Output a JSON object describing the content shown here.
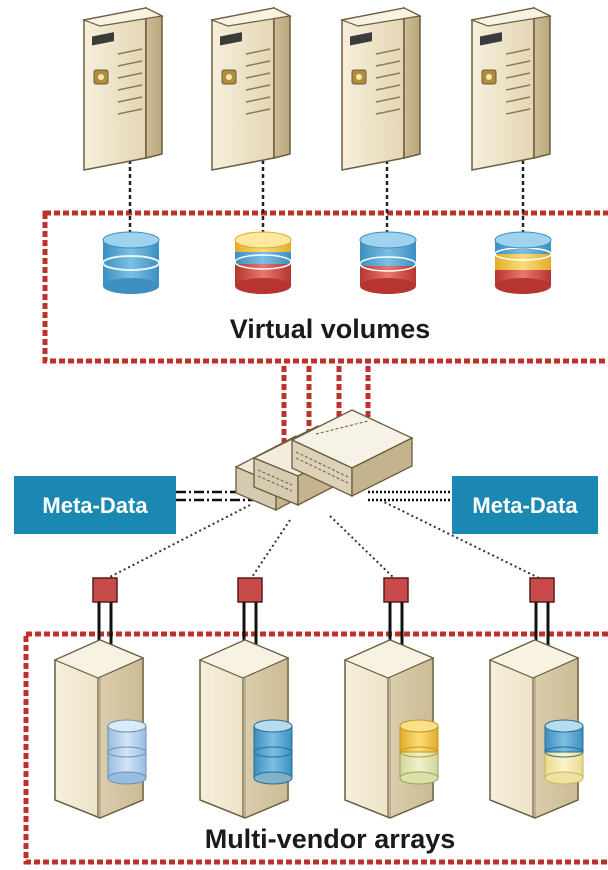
{
  "labels": {
    "virtual_volumes": "Virtual volumes",
    "multi_vendor_arrays": "Multi-vendor arrays",
    "meta_data_left": "Meta-Data",
    "meta_data_right": "Meta-Data"
  },
  "colors": {
    "group_border": "#c0302a",
    "metadata_box": "#1b88b3",
    "metadata_text": "#ffffff",
    "server_body": "#efe6cf",
    "port_block": "#c94a4a",
    "disk_blue": "#5ea9cf",
    "disk_yellow": "#f2c94c",
    "disk_red": "#d24a45",
    "disk_light_blue": "#b9d4ee",
    "disk_light_yellow": "#f7ecb0"
  },
  "icons": {
    "servers": [
      "server-icon",
      "server-icon",
      "server-icon",
      "server-icon"
    ],
    "virtual_volumes": [
      "blue-disk-icon",
      "yellow-blue-red-disk-icon",
      "blue-red-disk-icon",
      "blue-yellow-red-disk-icon"
    ],
    "switch": "network-switch-icon",
    "arrays": [
      "light-blue-array-icon",
      "blue-array-icon",
      "yellow-array-icon",
      "blue-yellow-array-icon"
    ]
  }
}
